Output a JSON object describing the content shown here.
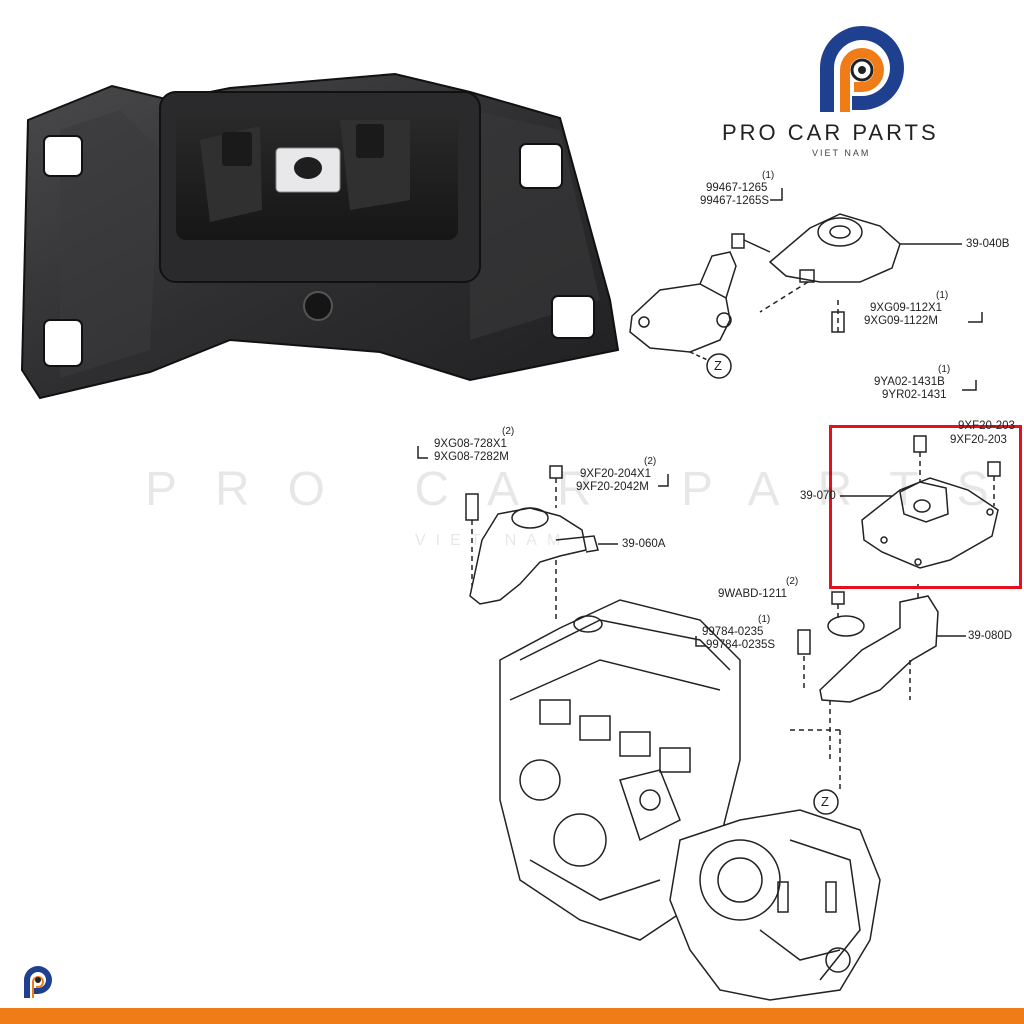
{
  "brand": {
    "name": "PRO CAR PARTS",
    "subtitle": "VIET NAM",
    "watermark": "PRO CAR PARTS",
    "watermark_sub": "VIET NAM",
    "colors": {
      "blue": "#1f3f8f",
      "orange": "#f07c18",
      "highlight": "#e4101c"
    }
  },
  "diagram": {
    "markers": {
      "z_top": "Z",
      "z_bottom": "Z"
    },
    "parts": {
      "p_39_040B": "39-040B",
      "p_39_060A": "39-060A",
      "p_39_070": "39-070",
      "p_39_080D": "39-080D"
    },
    "part_numbers": {
      "a1_qty": "(1)",
      "a1_l1": "99467-1265",
      "a1_l2": "99467-1265S",
      "a2_qty": "(1)",
      "a2_l1": "9XG09-112X1",
      "a2_l2": "9XG09-1122M",
      "a3_qty": "(1)",
      "a3_l1": "9YA02-1431B",
      "a3_l2": "9YR02-1431",
      "a4_l1": "9XF20-203",
      "a4_l2": "9XF20-203",
      "a5_qty": "(2)",
      "a5_l1": "9XG08-728X1",
      "a5_l2": "9XG08-7282M",
      "a6_qty": "(2)",
      "a6_l1": "9XF20-204X1",
      "a6_l2": "9XF20-2042M",
      "a7_qty": "(2)",
      "a7_l1": "9WABD-1211",
      "a8_qty": "(1)",
      "a8_l1": "99784-0235",
      "a8_l2": "99784-0235S"
    }
  }
}
